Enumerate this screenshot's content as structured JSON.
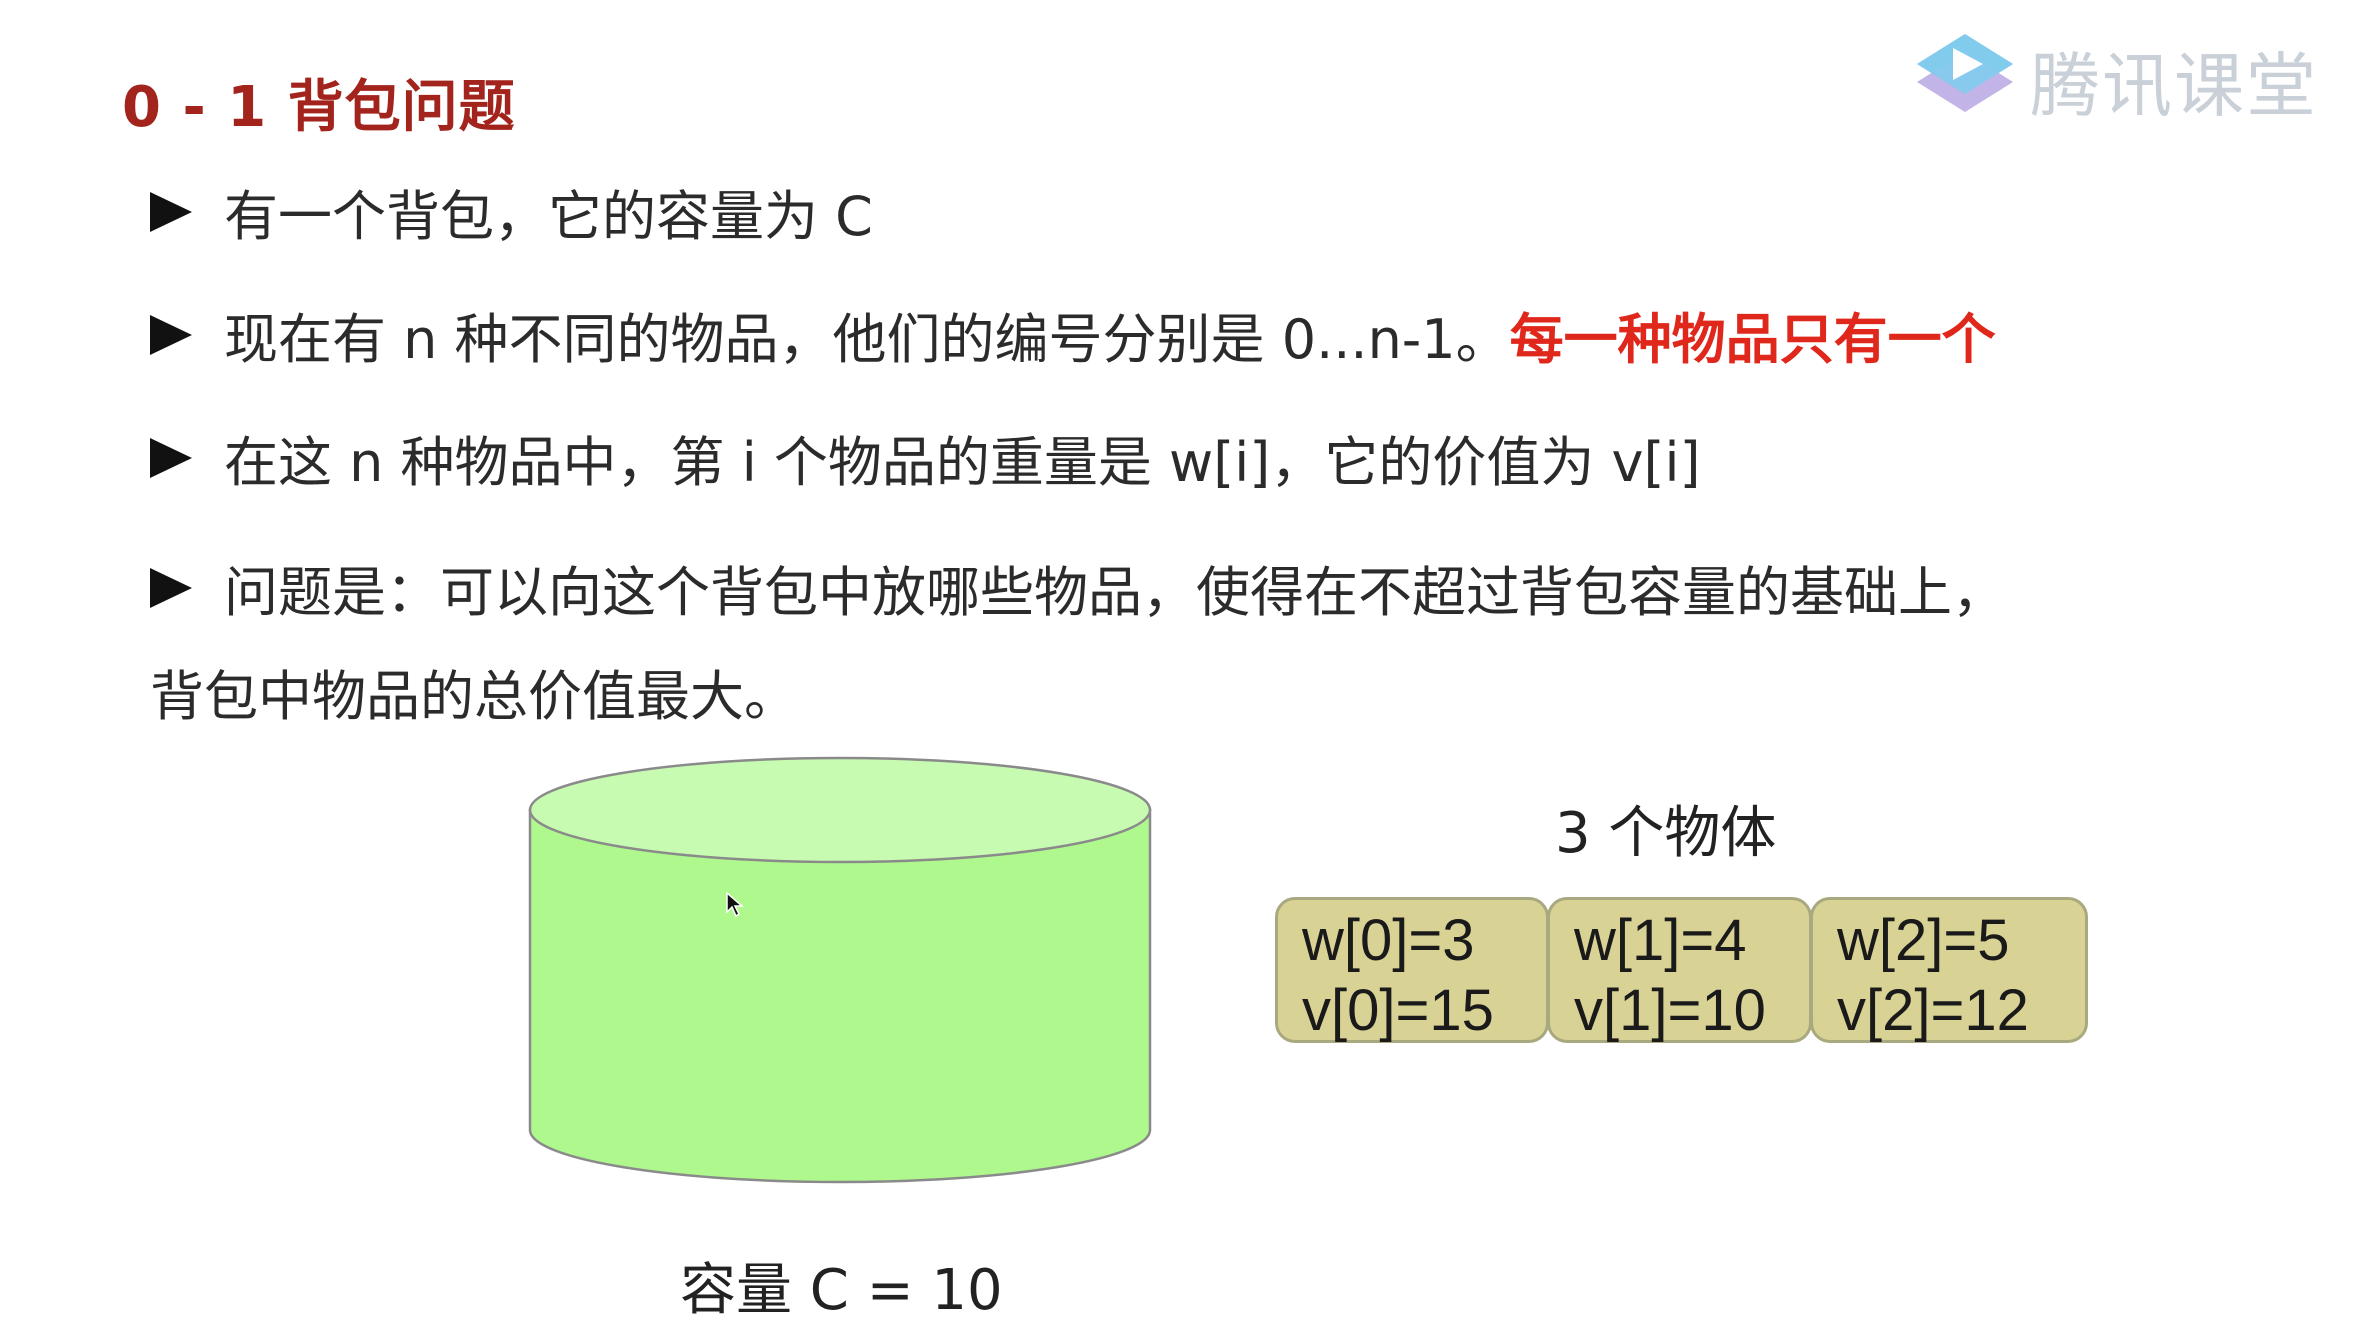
{
  "slide": {
    "title": "0 - 1 背包问题",
    "logo_text": "腾讯课堂",
    "bullets": [
      {
        "text": "有一个背包，它的容量为 C",
        "highlight": ""
      },
      {
        "text": "现在有 n 种不同的物品，他们的编号分别是 0...n-1。",
        "highlight": "每一种物品只有一个"
      },
      {
        "text": "在这 n 种物品中，第 i 个物品的重量是 w[i]，它的价值为 v[i]",
        "highlight": ""
      },
      {
        "text": "问题是：可以向这个背包中放哪些物品，使得在不超过背包容量的基础上，",
        "highlight": ""
      }
    ],
    "bullet_continuation": "背包中物品的总价值最大。",
    "capacity_label": "容量 C = 10",
    "items_title": "3 个物体",
    "items": [
      {
        "weight": "w[0]=3",
        "value": "v[0]=15"
      },
      {
        "weight": "w[1]=4",
        "value": "v[1]=10"
      },
      {
        "weight": "w[2]=5",
        "value": "v[2]=12"
      }
    ]
  },
  "colors": {
    "title": "#a3241c",
    "highlight": "#e0271b",
    "cylinder_fill": "#aef88e",
    "cylinder_top": "#c8fbb2",
    "item_fill": "#d9d295"
  },
  "icons": [
    "tencent-classroom-logo-icon",
    "arrow-bullet-icon",
    "mouse-cursor-icon"
  ]
}
